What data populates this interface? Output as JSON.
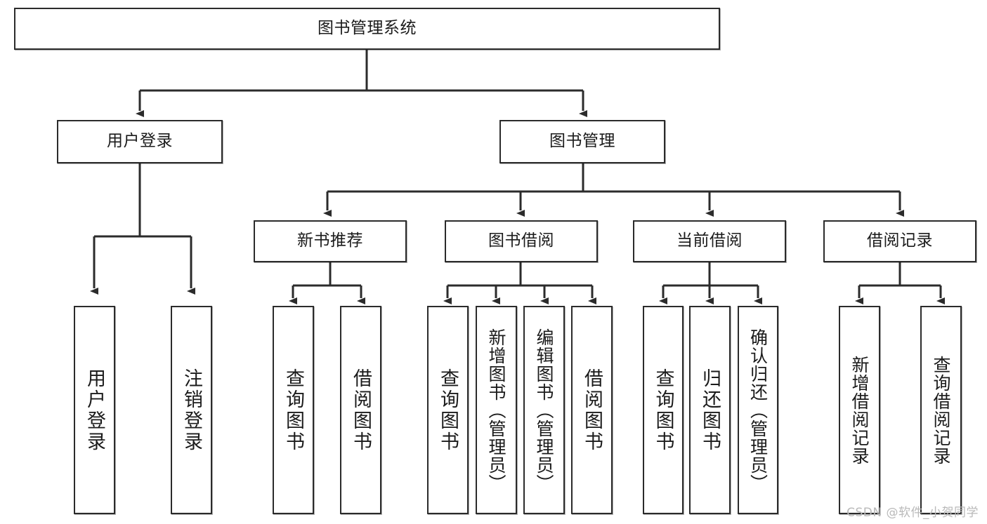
{
  "diagram": {
    "type": "tree",
    "title": "图书管理系统",
    "orientation": "top-down",
    "colors": {
      "node_border": "#2b2b2b",
      "node_fill": "#ffffff",
      "connector": "#2b2b2b",
      "text": "#1b1b1b",
      "watermark": "#b9b9b9"
    },
    "root": {
      "id": "root",
      "label": "图书管理系统"
    },
    "level1": [
      {
        "id": "user-login",
        "label": "用户登录"
      },
      {
        "id": "book-manage",
        "label": "图书管理"
      }
    ],
    "level2": [
      {
        "id": "new-book-rec",
        "label": "新书推荐",
        "parent": "book-manage"
      },
      {
        "id": "book-borrow",
        "label": "图书借阅",
        "parent": "book-manage"
      },
      {
        "id": "current-borrow",
        "label": "当前借阅",
        "parent": "book-manage"
      },
      {
        "id": "borrow-record",
        "label": "借阅记录",
        "parent": "book-manage"
      }
    ],
    "leaves": [
      {
        "id": "leaf-user-login",
        "label": "用户登录",
        "parent": "user-login"
      },
      {
        "id": "leaf-user-logout",
        "label": "注销登录",
        "parent": "user-login"
      },
      {
        "id": "leaf-query-book-1",
        "label": "查询图书",
        "parent": "new-book-rec"
      },
      {
        "id": "leaf-borrow-book-1",
        "label": "借阅图书",
        "parent": "new-book-rec"
      },
      {
        "id": "leaf-query-book-2",
        "label": "查询图书",
        "parent": "book-borrow"
      },
      {
        "id": "leaf-add-book",
        "label": "新增图书（管理员）",
        "parent": "book-borrow"
      },
      {
        "id": "leaf-edit-book",
        "label": "编辑图书（管理员）",
        "parent": "book-borrow"
      },
      {
        "id": "leaf-borrow-book-2",
        "label": "借阅图书",
        "parent": "book-borrow"
      },
      {
        "id": "leaf-query-book-3",
        "label": "查询图书",
        "parent": "current-borrow"
      },
      {
        "id": "leaf-return-book",
        "label": "归还图书",
        "parent": "current-borrow"
      },
      {
        "id": "leaf-confirm-return",
        "label": "确认归还（管理员）",
        "parent": "current-borrow"
      },
      {
        "id": "leaf-add-record",
        "label": "新增借阅记录",
        "parent": "borrow-record"
      },
      {
        "id": "leaf-query-record",
        "label": "查询借阅记录",
        "parent": "borrow-record"
      }
    ]
  },
  "watermark": {
    "text": "CSDN @软件_小贺同学"
  }
}
